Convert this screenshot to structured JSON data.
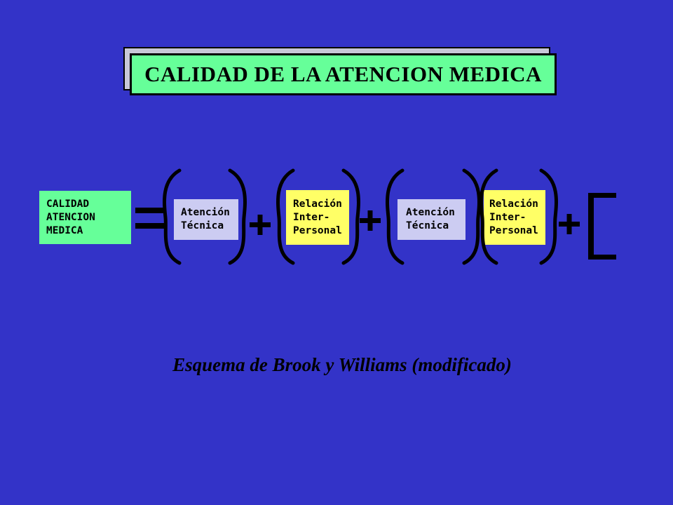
{
  "title": "CALIDAD DE LA ATENCION MEDICA",
  "boxes": {
    "calidad": [
      "CALIDAD",
      "ATENCION",
      "MEDICA"
    ],
    "atencion_tecnica_1": [
      "Atención",
      "Técnica"
    ],
    "relacion_1": [
      "Relación",
      "Inter-",
      "Personal"
    ],
    "atencion_tecnica_2": [
      "Atención",
      "Técnica"
    ],
    "relacion_2": [
      "Relación",
      "Inter-",
      "Personal"
    ]
  },
  "caption": "Esquema de Brook y Williams (modificado)",
  "colors": {
    "background": "#3333c8",
    "green": "#66ff99",
    "lavender": "#ccccf2",
    "yellow": "#ffff66"
  }
}
